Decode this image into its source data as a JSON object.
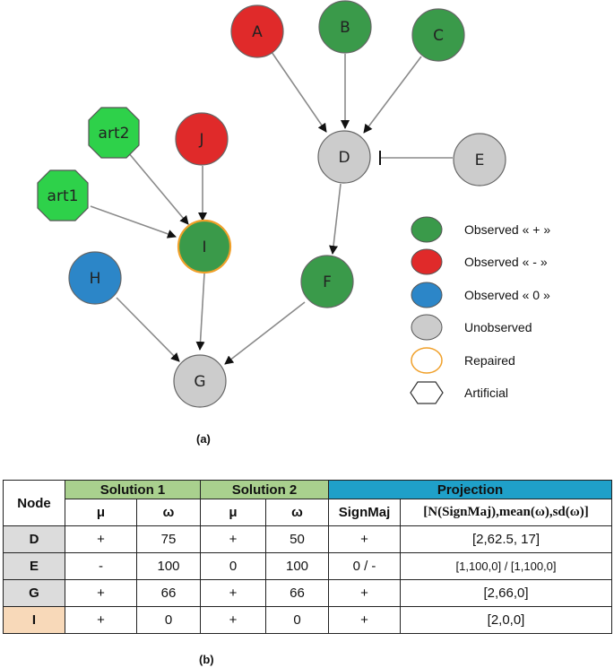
{
  "nodes": {
    "A": "A",
    "B": "B",
    "C": "C",
    "D": "D",
    "E": "E",
    "F": "F",
    "G": "G",
    "H": "H",
    "I": "I",
    "J": "J",
    "art1": "art1",
    "art2": "art2"
  },
  "colors": {
    "observed_plus": "#3a9a4a",
    "observed_minus": "#e02a2a",
    "observed_zero": "#2c86c8",
    "unobserved": "#cccccc",
    "repaired_border": "#f0a02a",
    "artificial": "#2ed14a"
  },
  "legend": {
    "observed_plus": "Observed « + »",
    "observed_minus": "Observed « - »",
    "observed_zero": "Observed « 0 »",
    "unobserved": "Unobserved",
    "repaired": "Repaired",
    "artificial": "Artificial"
  },
  "captions": {
    "a": "(a)",
    "b": "(b)"
  },
  "table": {
    "headers": {
      "node": "Node",
      "solution1": "Solution 1",
      "solution2": "Solution 2",
      "projection": "Projection",
      "mu": "μ",
      "omega": "ω",
      "signmaj": "SignMaj",
      "projection_formula": "[N(SignMaj),mean(ω),sd(ω)]"
    },
    "rows": [
      {
        "node": "D",
        "s1_mu": "+",
        "s1_omega": "75",
        "s2_mu": "+",
        "s2_omega": "50",
        "signmaj": "+",
        "projection": "[2,62.5, 17]"
      },
      {
        "node": "E",
        "s1_mu": "-",
        "s1_omega": "100",
        "s2_mu": "0",
        "s2_omega": "100",
        "signmaj": "0 / -",
        "projection": "[1,100,0] / [1,100,0]"
      },
      {
        "node": "G",
        "s1_mu": "+",
        "s1_omega": "66",
        "s2_mu": "+",
        "s2_omega": "66",
        "signmaj": "+",
        "projection": "[2,66,0]"
      },
      {
        "node": "I",
        "s1_mu": "+",
        "s1_omega": "0",
        "s2_mu": "+",
        "s2_omega": "0",
        "signmaj": "+",
        "projection": "[2,0,0]"
      }
    ]
  }
}
